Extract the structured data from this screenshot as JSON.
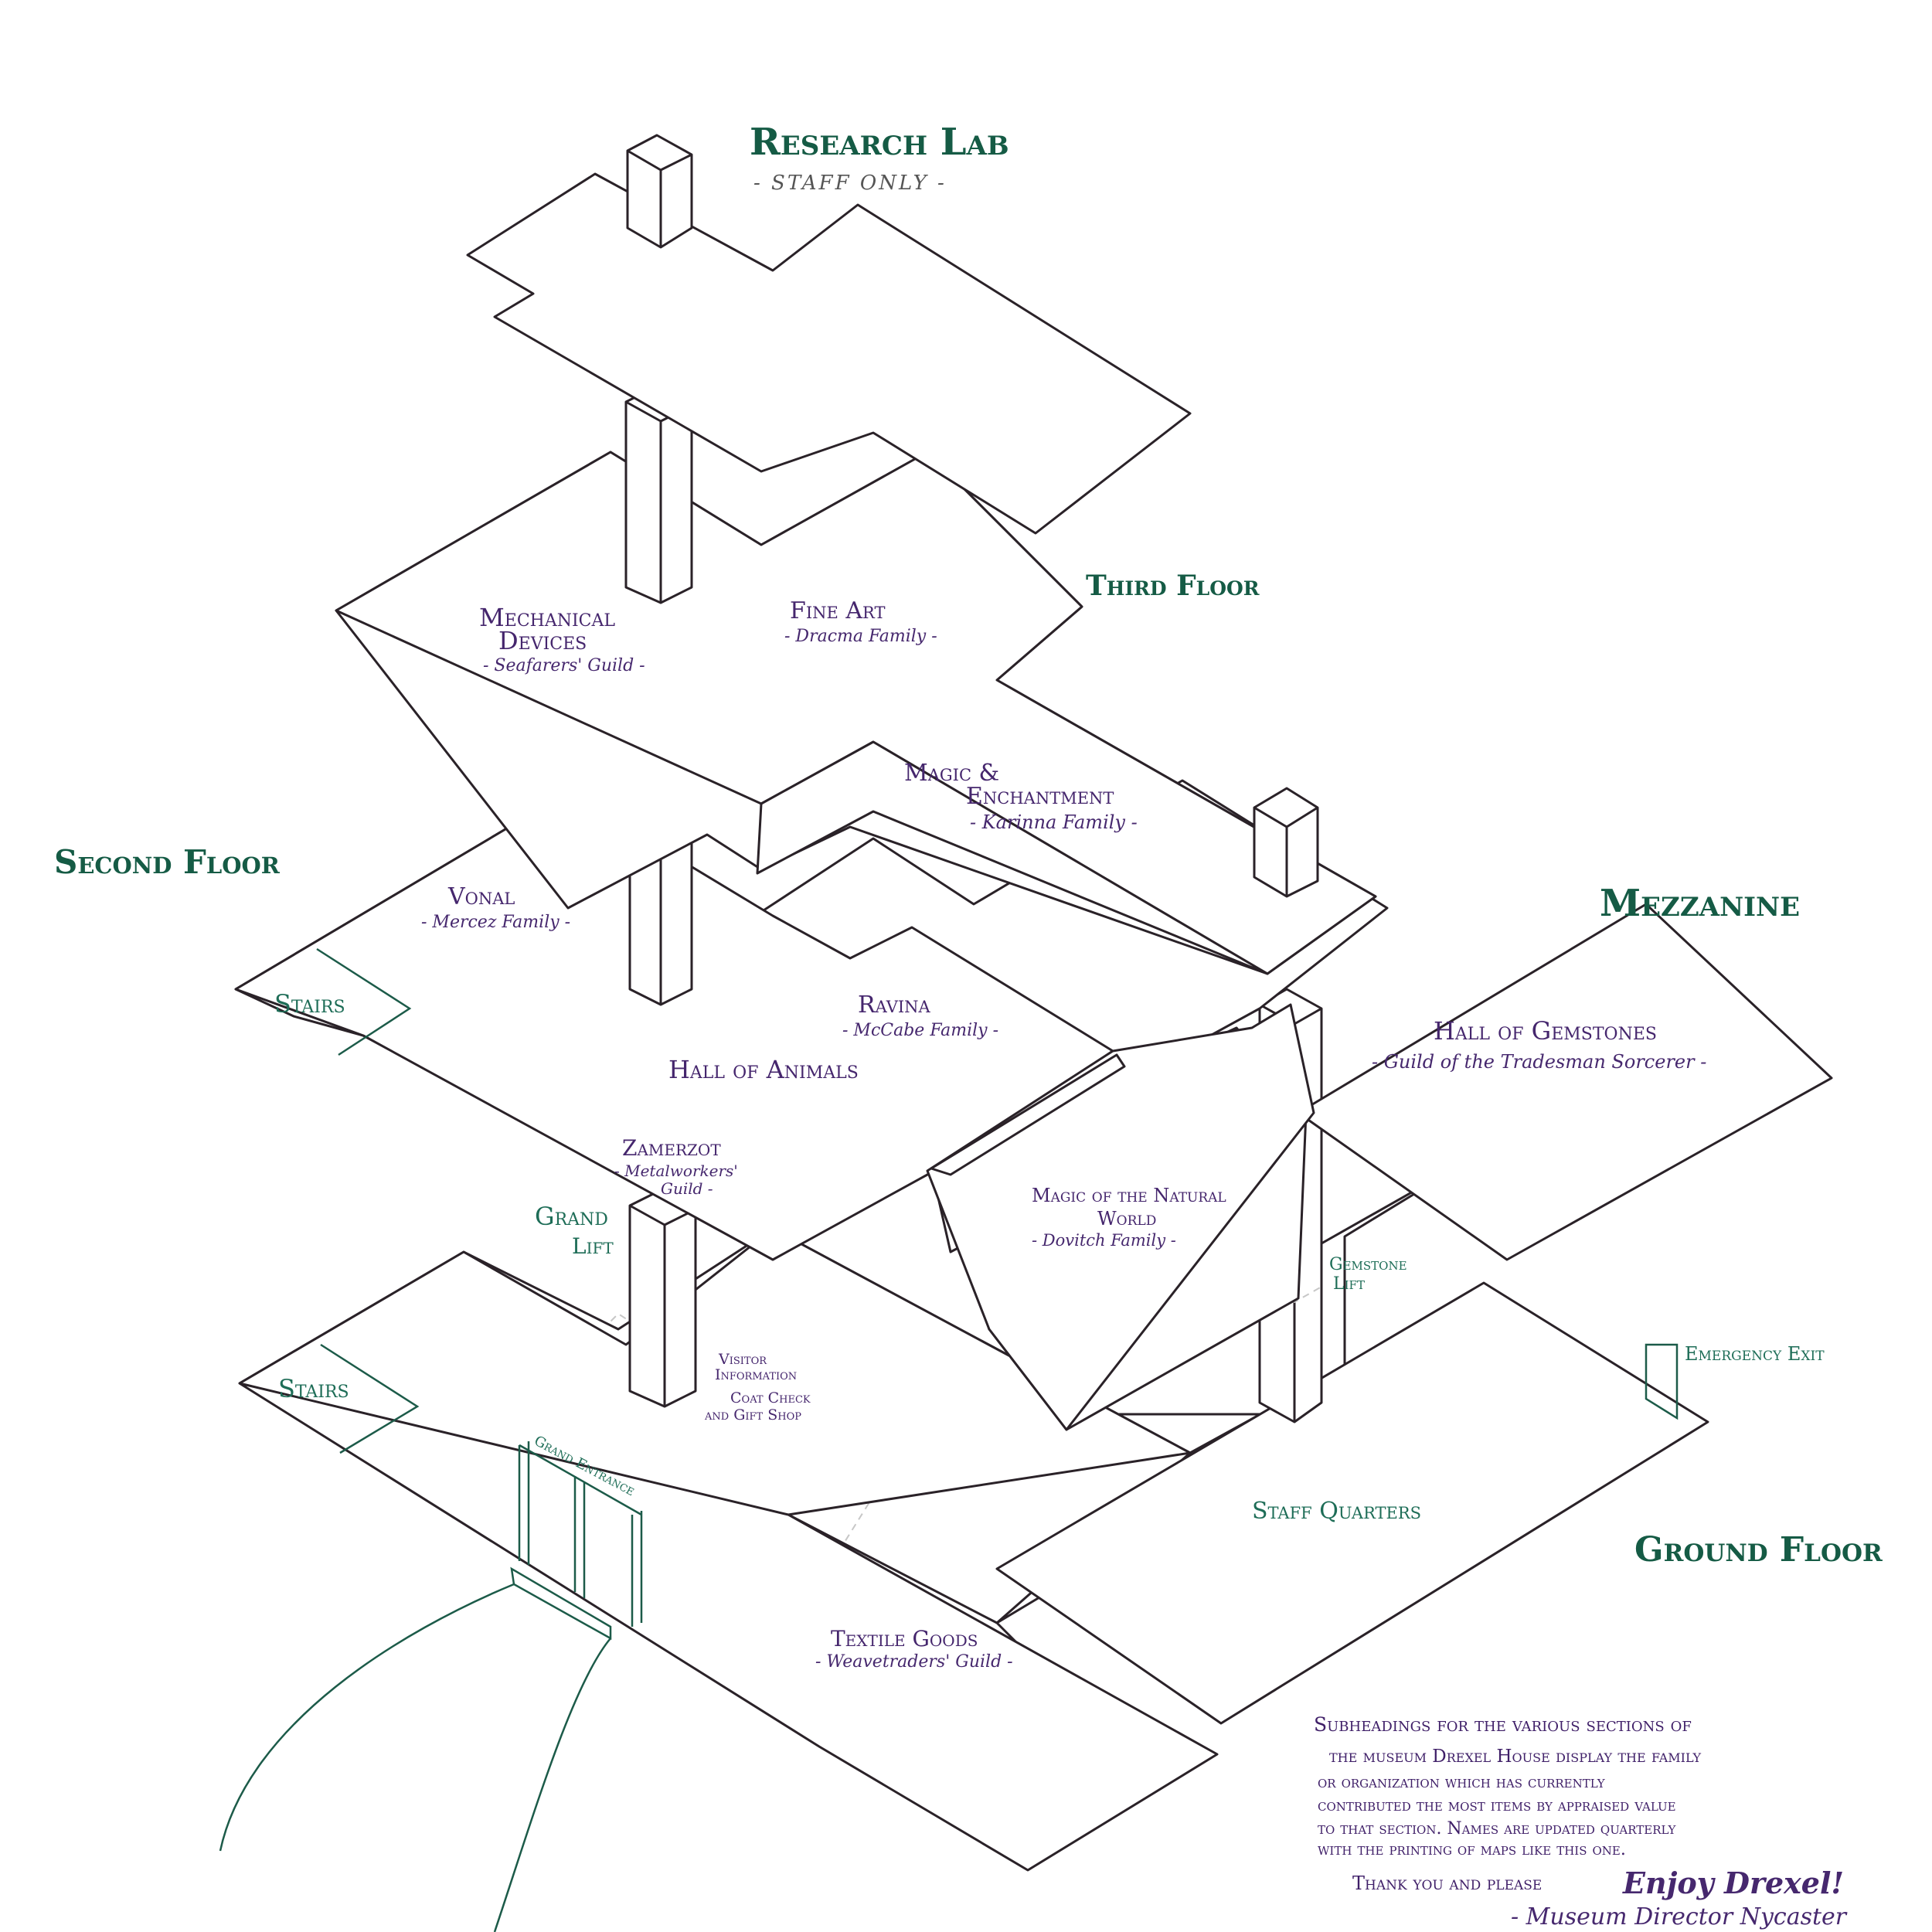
{
  "floors": {
    "research_lab": {
      "title": "Research Lab",
      "subtitle": "- STAFF ONLY -"
    },
    "third": {
      "title": "Third Floor"
    },
    "second": {
      "title": "Second Floor"
    },
    "mezzanine": {
      "title": "Mezzanine"
    },
    "ground": {
      "title": "Ground Floor"
    }
  },
  "rooms": {
    "mechanical": {
      "line1": "Mechanical",
      "line2": "Devices",
      "patron": "- Seafarers' Guild -"
    },
    "fine_art": {
      "name": "Fine Art",
      "patron": "- Dracma Family -"
    },
    "magic": {
      "line1": "Magic &",
      "line2": "Enchantment",
      "patron": "- Karinna Family -"
    },
    "vonal": {
      "name": "Vonal",
      "patron": "- Mercez Family -"
    },
    "ravina": {
      "name": "Ravina",
      "patron": "- McCabe Family -"
    },
    "hall_animals": {
      "name": "Hall of Animals"
    },
    "zamerzot": {
      "name": "Zamerzot",
      "patron1": "- Metalworkers'",
      "patron2": "Guild -"
    },
    "gemstones": {
      "name": "Hall of Gemstones",
      "patron": "- Guild of the Tradesman Sorcerer -"
    },
    "natural": {
      "line1": "Magic of the Natural",
      "line2": "World",
      "patron": "- Dovitch Family -"
    },
    "visitor": {
      "line1": "Visitor",
      "line2": "Information",
      "line3": "Coat Check",
      "line4": "and Gift Shop"
    },
    "textile": {
      "name": "Textile Goods",
      "patron": "- Weavetraders' Guild -"
    },
    "staff_quarters": {
      "name": "Staff Quarters"
    }
  },
  "labels": {
    "stairs_upper": "Stairs",
    "stairs_lower": "Stairs",
    "grand_lift_1": "Grand",
    "grand_lift_2": "Lift",
    "gemstone_lift_1": "Gemstone",
    "gemstone_lift_2": "Lift",
    "emergency_exit": "Emergency Exit",
    "grand_entrance": "Grand Entrance"
  },
  "note": {
    "lines": [
      "Subheadings for the various sections of",
      "the museum Drexel House display the family",
      "or organization which has currently",
      "contributed the most items by appraised value",
      "to that section. Names are updated quarterly",
      "with the printing of maps like this one."
    ],
    "thanks": "Thank you and please",
    "enjoy": "Enjoy Drexel!",
    "signature": "- Museum Director Nycaster"
  },
  "colors": {
    "heading": "#155b45",
    "room_text": "#45266d",
    "outline": "#2a2228"
  }
}
